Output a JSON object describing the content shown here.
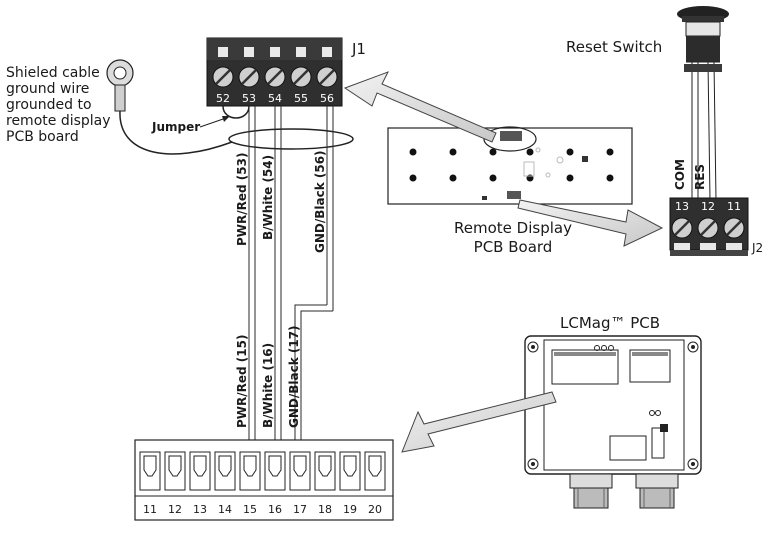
{
  "labels": {
    "j1": "J1",
    "j2": "J2",
    "reset_switch": "Reset Switch",
    "shielded_note": [
      "Shieled cable",
      "ground wire",
      "grounded to",
      "remote display",
      "PCB board"
    ],
    "jumper": "Jumper",
    "remote_display": [
      "Remote Display",
      "PCB Board"
    ],
    "lcmag_pcb": "LCMag™ PCB",
    "com": "COM",
    "res": "RES"
  },
  "j1_pins": [
    "52",
    "53",
    "54",
    "55",
    "56"
  ],
  "j2_pins": [
    "13",
    "12",
    "11"
  ],
  "upper_wires": [
    "PWR/Red (53)",
    "B/White (54)",
    "GND/Black (56)"
  ],
  "lower_wires": [
    "PWR/Red (15)",
    "B/White (16)",
    "GND/Black (17)"
  ],
  "terminal_numbers": [
    "11",
    "12",
    "13",
    "14",
    "15",
    "16",
    "17",
    "18",
    "19",
    "20"
  ],
  "colors": {
    "terminal_body": "#2f2f2f",
    "arrow_fill": "#e0e0e0",
    "line": "#2a2a2a"
  }
}
